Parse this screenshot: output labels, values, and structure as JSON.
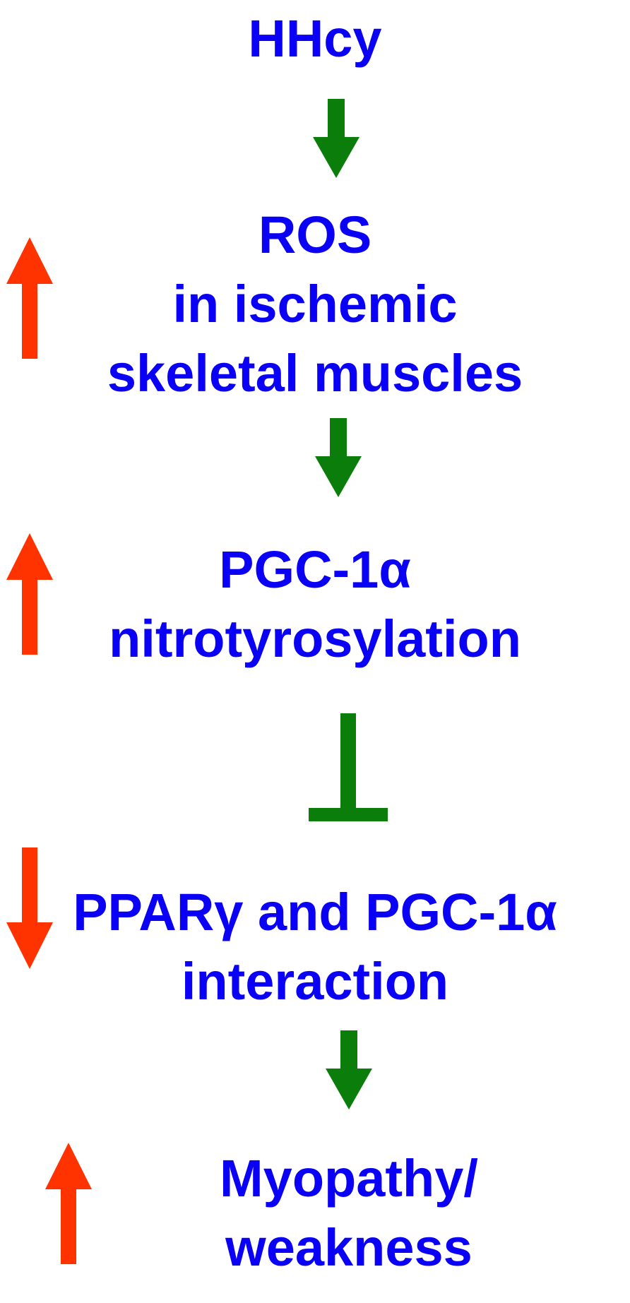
{
  "colors": {
    "text": "#0a00f5",
    "flow_arrow": "#0b7d0b",
    "change_arrow": "#ff3300"
  },
  "nodes": [
    {
      "id": "hhcy",
      "lines": [
        "HHcy"
      ],
      "change": ""
    },
    {
      "id": "ros",
      "lines": [
        "ROS",
        "in ischemic",
        "skeletal muscles"
      ],
      "change": "increase"
    },
    {
      "id": "pgc1a-nitro",
      "lines": [
        "PGC-1α",
        "nitrotyrosylation"
      ],
      "change": "increase"
    },
    {
      "id": "ppar-pgc",
      "lines": [
        "PPARγ and PGC-1α",
        "interaction"
      ],
      "change": "decrease"
    },
    {
      "id": "myopathy",
      "lines": [
        "Myopathy/",
        "weakness"
      ],
      "change": "increase"
    }
  ],
  "links": [
    {
      "from": "hhcy",
      "to": "ros",
      "type": "activates"
    },
    {
      "from": "ros",
      "to": "pgc1a-nitro",
      "type": "activates"
    },
    {
      "from": "pgc1a-nitro",
      "to": "ppar-pgc",
      "type": "inhibits"
    },
    {
      "from": "ppar-pgc",
      "to": "myopathy",
      "type": "activates"
    }
  ]
}
